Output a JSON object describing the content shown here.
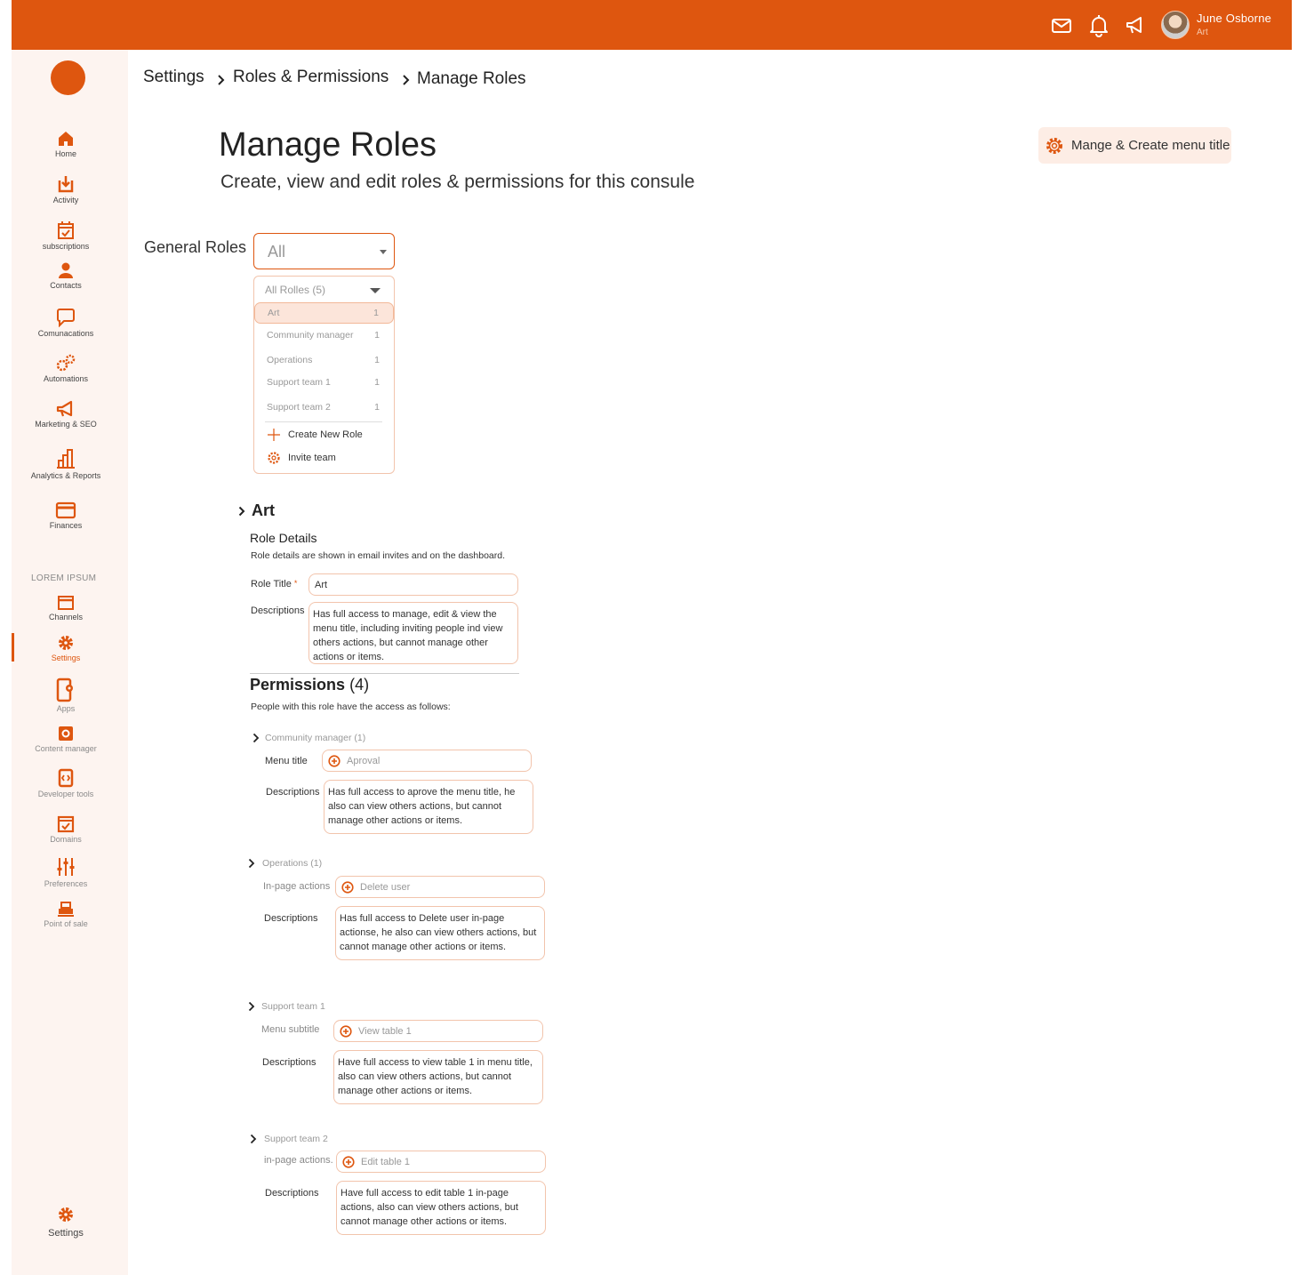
{
  "header": {
    "user_name": "June  Osborne",
    "user_role": "Art",
    "icons": [
      "mail-icon",
      "bell-icon",
      "megaphone-icon"
    ]
  },
  "colors": {
    "brand": "#DE560F",
    "sidebar_bg": "#FDF4F0",
    "accent_soft": "#FDEDE5",
    "field_border": "#F2C4AC"
  },
  "sidebar": {
    "items": [
      {
        "label": "Home",
        "icon": "home-icon"
      },
      {
        "label": "Activity",
        "icon": "download-icon"
      },
      {
        "label": "subscriptions",
        "icon": "calendar-check-icon"
      },
      {
        "label": "Contacts",
        "icon": "user-icon"
      },
      {
        "label": "Comunacations",
        "icon": "chat-icon"
      },
      {
        "label": "Automations",
        "icon": "gears-icon"
      },
      {
        "label": "Marketing & SEO",
        "icon": "megaphone-icon"
      },
      {
        "label": "Analytics & Reports",
        "icon": "bar-chart-icon"
      },
      {
        "label": "Finances",
        "icon": "card-icon"
      }
    ],
    "section_label": "LOREM IPSUM",
    "secondary": [
      {
        "label": "Channels",
        "icon": "window-icon"
      },
      {
        "label": "Settings",
        "icon": "gear-icon"
      },
      {
        "label": "Apps",
        "icon": "phone-gear-icon"
      },
      {
        "label": "Content manager",
        "icon": "gear-square-icon"
      },
      {
        "label": "Developer tools",
        "icon": "code-icon"
      },
      {
        "label": "Domains",
        "icon": "checkbox-icon"
      },
      {
        "label": "Preferences",
        "icon": "sliders-icon"
      },
      {
        "label": "Point of sale",
        "icon": "register-icon"
      }
    ],
    "bottom": {
      "label": "Settings",
      "icon": "gear-icon"
    }
  },
  "breadcrumb": [
    "Settings",
    "Roles & Permissions",
    "Manage Roles"
  ],
  "page": {
    "title": "Manage Roles",
    "subtitle": "Create, view and edit roles & permissions for this consule",
    "manage_button": "Mange & Create menu title"
  },
  "general_roles": {
    "label": "General Roles",
    "selected": "All",
    "dropdown_header": "All Rolles (5)",
    "options": [
      {
        "name": "Art",
        "count": "1"
      },
      {
        "name": "Community manager",
        "count": "1"
      },
      {
        "name": "Operations",
        "count": "1"
      },
      {
        "name": "Support team 1",
        "count": "1"
      },
      {
        "name": "Support team 2",
        "count": "1"
      }
    ],
    "create_label": "Create New Role",
    "invite_label": "Invite team"
  },
  "role": {
    "name": "Art",
    "details_title": "Role Details",
    "details_help": "Role details are shown in email invites and on the dashboard.",
    "title_label": "Role Title",
    "required_mark": "*",
    "title_value": "Art",
    "desc_label": "Descriptions",
    "desc_value": "Has full access to manage, edit & view the menu title, including inviting people ind view others actions, but cannot manage other actions or items."
  },
  "permissions": {
    "title": "Permissions",
    "count": "(4)",
    "help": "People with this role have the access as follows:",
    "groups": [
      {
        "title": "Community manager (1)",
        "field_label": "Menu title",
        "value": "Aproval",
        "desc_label": "Descriptions",
        "desc": "Has full access to aprove the menu title, he also can view others actions, but cannot manage other actions or items."
      },
      {
        "title": "Operations (1)",
        "field_label": "In-page actions",
        "value": "Delete user",
        "desc_label": "Descriptions",
        "desc": "Has full access to Delete user in-page actionse, he also can view others actions, but cannot manage other actions or items."
      },
      {
        "title": "Support team 1",
        "field_label": "Menu subtitle",
        "value": "View table 1",
        "desc_label": "Descriptions",
        "desc": "Have full access to view table 1 in menu title, also can view others actions, but cannot manage other actions or items."
      },
      {
        "title": "Support team 2",
        "field_label": "in-page actions.",
        "value": "Edit table 1",
        "desc_label": "Descriptions",
        "desc": "Have full access to edit table 1 in-page actions, also can view others actions, but cannot manage other actions or items."
      }
    ]
  }
}
